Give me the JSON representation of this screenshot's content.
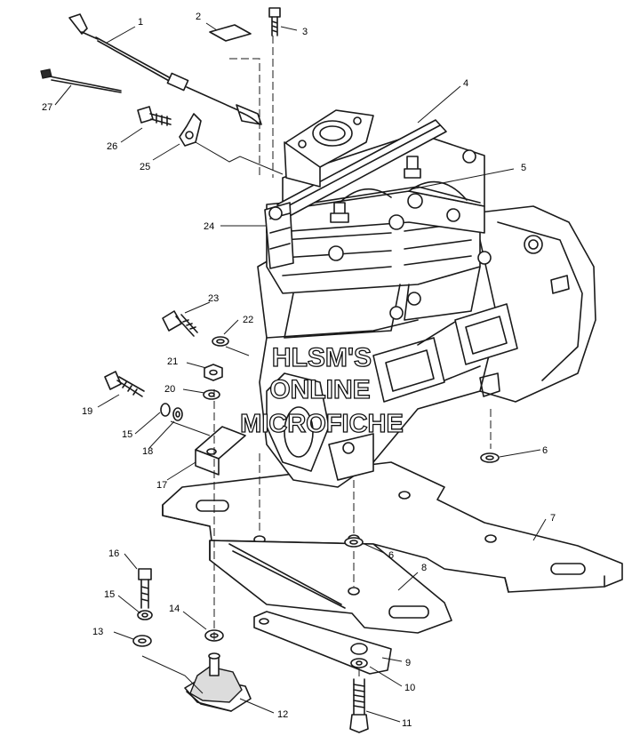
{
  "callouts": {
    "c1": "1",
    "c2": "2",
    "c3": "3",
    "c4": "4",
    "c5": "5",
    "c6a": "6",
    "c6b": "6",
    "c7": "7",
    "c8": "8",
    "c9": "9",
    "c10": "10",
    "c11": "11",
    "c12": "12",
    "c13": "13",
    "c14": "14",
    "c15a": "15",
    "c15b": "15",
    "c16": "16",
    "c17": "17",
    "c18": "18",
    "c19": "19",
    "c20": "20",
    "c21": "21",
    "c22": "22",
    "c23": "23",
    "c24": "24",
    "c25": "25",
    "c26": "26",
    "c27": "27"
  },
  "watermark": {
    "line1": "HLSM'S",
    "line2": "ONLINE",
    "line3": "MICROFICHE"
  }
}
